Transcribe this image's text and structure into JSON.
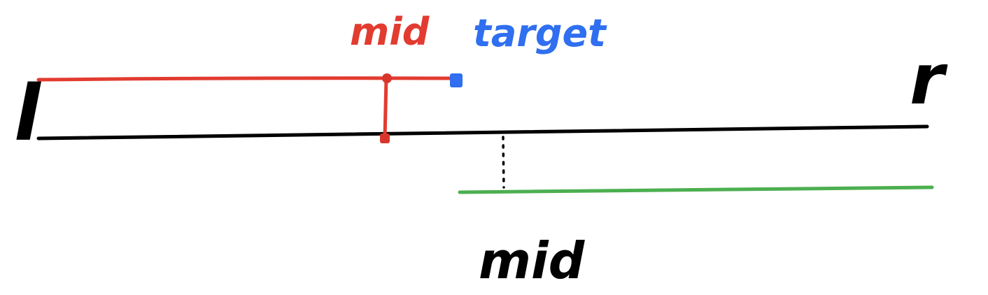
{
  "labels": {
    "left": "l",
    "right": "r",
    "mid_top": "mid",
    "target": "target",
    "mid_bottom": "mid"
  },
  "colors": {
    "base_line": "#000000",
    "left_segment": "#e23b30",
    "target_point": "#2f6ff0",
    "right_segment": "#4caf50",
    "dotted": "#000000"
  }
}
